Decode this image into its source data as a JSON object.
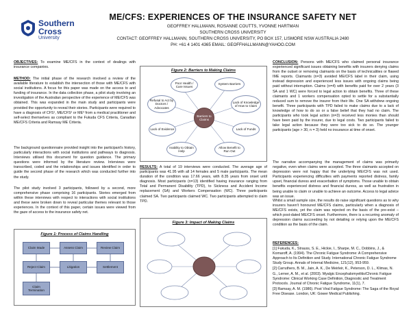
{
  "header": {
    "logo_name": "Southern Cross",
    "logo_sub": "University",
    "title": "ME/CFS: EXPERIENCES OF THE INSURANCE SAFETY NET",
    "authors": "GEOFFREY HALLMANN, ROSANNE COUTTS, YVONNE HARTMAN",
    "affiliation": "SOUTHERN CROSS UNIVERSITY",
    "contact": "CONTACT: GEOFFREY HALLMANN, SOUTHERN CROSS UNIVERSITY, PO BOX 157, LISMORE NSW AUSTRALIA 2480",
    "phone": "PH: +61 4 1401 4365 EMAIL: GEOFFHALLMANN@YAHOO.COM"
  },
  "objectives": {
    "heading": "OBJECTIVES:",
    "text": " To examine ME/CFS in the context of dealings with insurance companies."
  },
  "method": {
    "heading": "METHOD:",
    "p1": " The initial phase of the research involved a review of the available literature to establish the intersection of those with ME/CFS with social institutions. A focus for this paper was made on the access to and funding of insurance. In the data collection phase, a pilot study involving an investigation of the Australian perspective of the experience of ME/CFS was obtained. This was expanded in the main study and participants were provided the opportunity to reveal their stories. Participants were required to have a diagnosis of CFS¹, ME/CFS² or ME³ from a medical practitioner and self-select themselves as compliant to the Fukuda CFS Criteria, Canadian ME/CFS Criteria and Ramsay ME Criteria.",
    "p2": "The background questionnaire provided insight into the participant's history, particularly interactions with social institutions and pathways to diagnosis. Interviews utilised this document for question guidance. The primary questions were informed by the literature review. Interviews were transcribed, coded and the relationships and issues identified in order to guide the second phase of the research which was conducted further into the study.",
    "p3": "The pilot study involved 3 participants, followed by a second, more comprehensive phase comprising 16 participants. Stories emerged from within these interviews with respect to interactions with social institutions and these were broken down to reveal particular themes relevant to those experiences. In the context of this paper, certain issues were viewed from the gaze of access to the insurance safety net."
  },
  "fig1": {
    "title": "Figure 1: Process of Claims Handling",
    "nodes": [
      "Claim Made",
      "Assess Claim",
      "Review Claim",
      "Reject Claim",
      "Litigation",
      "Settlement",
      "Claim Termination"
    ]
  },
  "fig2": {
    "title": "Figure 2: Barriers to Making Claims",
    "center": "Barriers to Claims",
    "nodes": [
      "Poor Health / Care Issues",
      "System Barriers",
      "Refusal to Act by Doctors / Advocates",
      "Lack of Knowledge of How to Claim",
      "Lack of Evidence",
      "Lack of Funds",
      "Inability to Obtain Help",
      "Allow Benefit to Run Out"
    ]
  },
  "results": {
    "heading": "RESULTS:",
    "text": " A total of 19 interviews were conducted. The average age of participants was 41.95 with all 14 females and 5 male participants. The mean duration of the condition was 17.66 years, with 8.35 years from onset until diagnosis. Most participants (n=13) identified having insurance ranging from Total and Permanent Disability (TPD), to Sickness and Accident Income replacement (SA) and Workers Compensation (WC). Three participants claimed SA. Two participants claimed WC. Two participants attempted to claim TPD."
  },
  "fig3": {
    "title": "Figure 3: Impact of Making Claims"
  },
  "conclusion": {
    "heading": "CONCLUSION:",
    "p1": " Persons with ME/CFS who claimed personal insurance experienced significant issues obtaining benefits with insurers denying claims from the outset or removing claimants on the basis of technicalities or flawed IME reports. Claimants (n=3) avoided ME/CFS label in their claim, using instead depression and experienced less issues with ongoing claims being paid without interruption. Claims (n=4) with benefits paid for over 2 years (3 SA and 1 WC) were forced to legal action to obtain benefits. Three of these claimants and 1 workers compensation opted to settle for a substantially reduced sum to remove the insurer from their life. One SA withdrew ongoing benefit. Three participants with TPD failed to make claims due to a lack of knowledge of how to do so or a false belief that they had no claim. The participants who took legal action (n=3) received less monies than should have been paid by the insurer, due to legal costs. Two participants failed to take legal action because they were too sick to do so. The younger participants (age > 30, n = 3) held no insurance at time of onset.",
    "p2": "The narrative accompanying the management of claims was primarily negative, even when claims were accepted. The three claimants accepted on depression were not happy that the underlying ME/CFS was not used. Participants experiencing difficulties with payments reported distress, family upset, financial duress and exacerbation of symptoms. Those unable to obtain benefits experienced distress and financial duress, as well as frustration in being unable to claim or unable to achieve an outcome. Access to legal advice was an issue.",
    "p3": "Whilst a small sample size, the results do raise significant questions as to why insurers haven't honoured ME/CFS claims, particularly when a diagnosis of ME/CFS exists, yet the claim was rejected on the basis of the pre-exist – which post-dated ME/CFS onset. Furthermore, there is a recurring anomaly of depression claims succeeding by not detailing or relying upon the ME/CFS condition as the basis of the claim."
  },
  "references": {
    "heading": "REFERENCES:",
    "items": [
      "[1] Fukuda, K., Strauss, S. E., Hickie, I., Sharpe, M. C., Dobbins, J., & Komaroff, A. (1994). The Chronic Fatigue Syndrome: A Comprehensive Approach to Its Definition and Study. International Chronic Fatigue Syndrome Study Group. Annals of Internal Medicine, 121(12), 953-959.",
      "[2] Carruthers, B. M., Jain, A. K., De Meirleir, K., Peterson, D. L., Klimas, N. G., Lerner, A. M., et al. (2003). Myalgic Encephalomyelitis/Chronic Fatigue Syndrome: Clinical Working Case Definition, Diagnostic and Treatment Protocols. Journal of Chronic Fatigue Syndrome, 11(1), 7.",
      "[3] Ramsay, A. M. (1986). Post Viral Fatigue Syndrome: The Saga of the Royal Free Disease. London, UK: Gower Medical Publishing."
    ]
  },
  "colors": {
    "brand_blue": "#1f3f8f",
    "node_fill": "#9aa8c9",
    "node_border": "#5a6a95"
  }
}
